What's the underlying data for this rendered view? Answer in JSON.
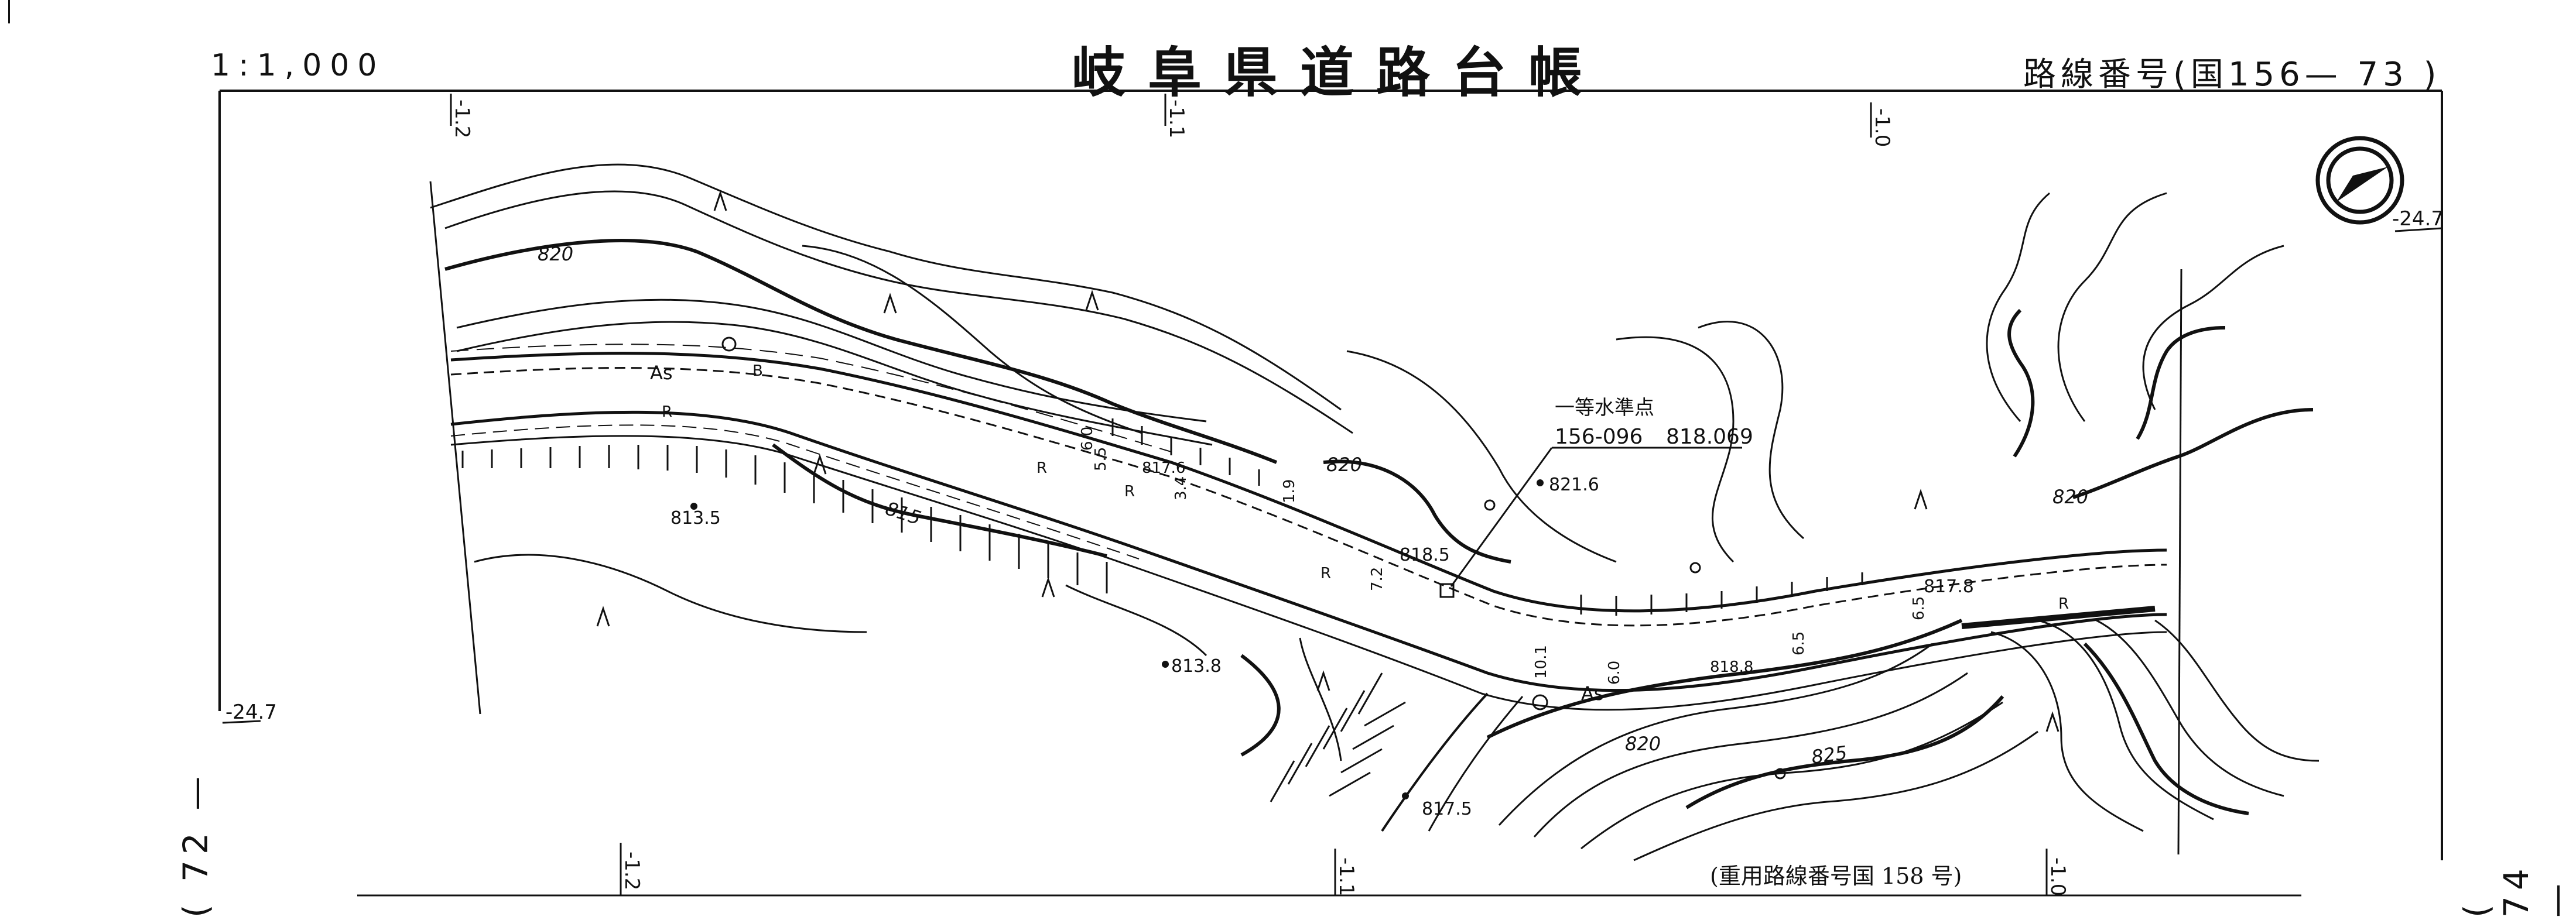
{
  "header": {
    "scale": "1:1,000",
    "title": "岐阜県道路台帳",
    "route_number": "路線番号(国156— 73 )"
  },
  "sheet_refs": {
    "left": "( 72 —",
    "right": "( 74 —"
  },
  "footer": {
    "overlap_route": "(重用路線番号国 158 号)"
  },
  "map_labels": {
    "grid_top": [
      "-1.2",
      "-1.1",
      "-1.0"
    ],
    "grid_bottom": [
      "-1.2",
      "-1.1",
      "-1.0"
    ],
    "grid_side_left": "-24.7",
    "grid_side_right": "-24.7",
    "contours": [
      "820",
      "815",
      "820",
      "820",
      "820",
      "825"
    ],
    "elevations": [
      "813.5",
      "821.6",
      "817.6",
      "818.5",
      "817.8",
      "813.8",
      "818.8",
      "817.5"
    ],
    "road_surface": [
      "As",
      "As"
    ],
    "road_marks": [
      "R",
      "R",
      "R",
      "R",
      "R",
      "B"
    ],
    "widths": [
      "6.0",
      "5.5",
      "3.4",
      "1.9",
      "7.2",
      "10.1",
      "6.0",
      "6.5",
      "6.5"
    ],
    "benchmark_title": "一等水準点",
    "benchmark_id": "156-096",
    "benchmark_value": "818.069"
  },
  "colors": {
    "ink": "#111111",
    "paper": "#ffffff"
  },
  "icons": [
    "north-arrow-icon",
    "vegetation-symbol-icon",
    "manhole-icon",
    "benchmark-icon"
  ]
}
